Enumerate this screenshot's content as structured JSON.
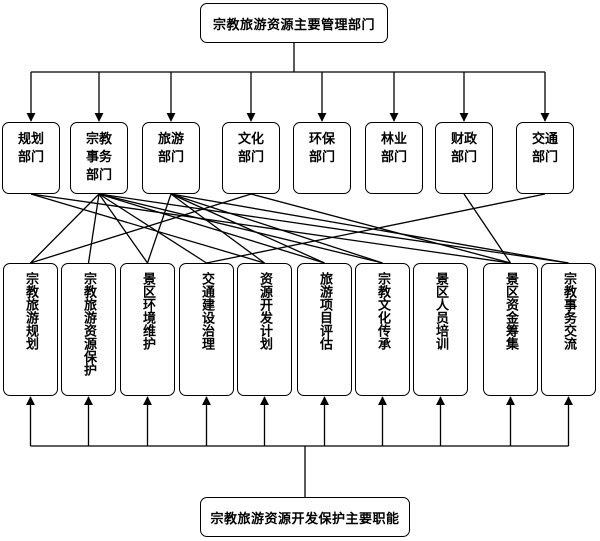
{
  "top": {
    "label": "宗教旅游资源主要管理部门"
  },
  "bottom": {
    "label": "宗教旅游资源开发保护主要职能"
  },
  "departments": [
    {
      "id": "guihua",
      "lines": [
        "规划",
        "部门"
      ]
    },
    {
      "id": "zongjiao",
      "lines": [
        "宗教",
        "事务",
        "部门"
      ]
    },
    {
      "id": "lvyou",
      "lines": [
        "旅游",
        "部门"
      ]
    },
    {
      "id": "wenhua",
      "lines": [
        "文化",
        "部门"
      ]
    },
    {
      "id": "huanbao",
      "lines": [
        "环保",
        "部门"
      ]
    },
    {
      "id": "linye",
      "lines": [
        "林业",
        "部门"
      ]
    },
    {
      "id": "caizheng",
      "lines": [
        "财政",
        "部门"
      ]
    },
    {
      "id": "jiaotong",
      "lines": [
        "交通",
        "部门"
      ]
    }
  ],
  "functions": [
    {
      "id": "f1",
      "label": "宗教旅游规划"
    },
    {
      "id": "f2",
      "label": "宗教旅游资源保护"
    },
    {
      "id": "f3",
      "label": "景区环境维护"
    },
    {
      "id": "f4",
      "label": "交通建设治理"
    },
    {
      "id": "f5",
      "label": "资源开发计划"
    },
    {
      "id": "f6",
      "label": "旅游项目评估"
    },
    {
      "id": "f7",
      "label": "宗教文化传承"
    },
    {
      "id": "f8",
      "label": "景区人员培训"
    },
    {
      "id": "f9",
      "label": "景区资金筹集"
    },
    {
      "id": "f10",
      "label": "宗教事务交流"
    }
  ],
  "connections": [
    [
      "zongjiao",
      "f1"
    ],
    [
      "zongjiao",
      "f2"
    ],
    [
      "zongjiao",
      "f3"
    ],
    [
      "zongjiao",
      "f4"
    ],
    [
      "zongjiao",
      "f6"
    ],
    [
      "zongjiao",
      "f7"
    ],
    [
      "zongjiao",
      "f10"
    ],
    [
      "guihua",
      "f5"
    ],
    [
      "guihua",
      "f9"
    ],
    [
      "lvyou",
      "f3"
    ],
    [
      "lvyou",
      "f5"
    ],
    [
      "lvyou",
      "f6"
    ],
    [
      "lvyou",
      "f7"
    ],
    [
      "lvyou",
      "f10"
    ],
    [
      "wenhua",
      "f1"
    ],
    [
      "wenhua",
      "f9"
    ],
    [
      "caizheng",
      "f9"
    ],
    [
      "jiaotong",
      "f4"
    ]
  ]
}
